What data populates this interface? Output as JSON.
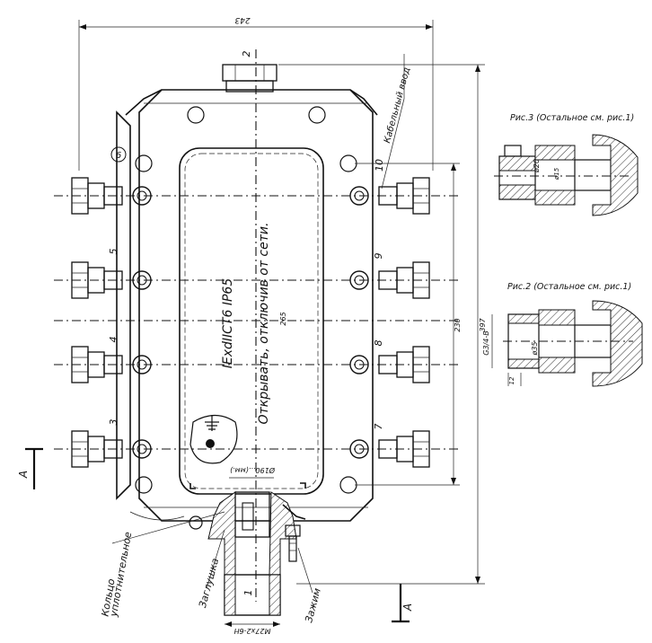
{
  "title": "",
  "labels": {
    "dim_243": "243",
    "dim_265": "265",
    "dim_230": "230",
    "dim_397": "397",
    "dim_d90": "Ø190...(мм.)",
    "dim_m27": "М27х2-6Н",
    "marking_main": "IExdIICT6 IP65",
    "marking_warning": "Открывать, отключив от сети.",
    "cable_entry": "Кабельный ввод",
    "plug": "Заглушка",
    "seal_ring_1": "Кольцо",
    "seal_ring_2": "уплотнительное",
    "clamp": "Зажим",
    "section_a_left": "А",
    "section_a_right": "А",
    "fig3_title": "Рис.3 (Остальное см. рис.1)",
    "fig2_title": "Рис.2 (Остальное см. рис.1)",
    "fig3_d20": "ø20",
    "fig3_d15": "ø15",
    "fig2_thread": "G3/4-В",
    "fig2_d35": "ø35",
    "fig2_dim12": "12",
    "ref_6": "6"
  },
  "entry_numbers": {
    "n1": "1",
    "n2": "2",
    "n3": "3",
    "n4": "4",
    "n5": "5",
    "n7": "7",
    "n8": "8",
    "n9": "9",
    "n10": "10"
  }
}
